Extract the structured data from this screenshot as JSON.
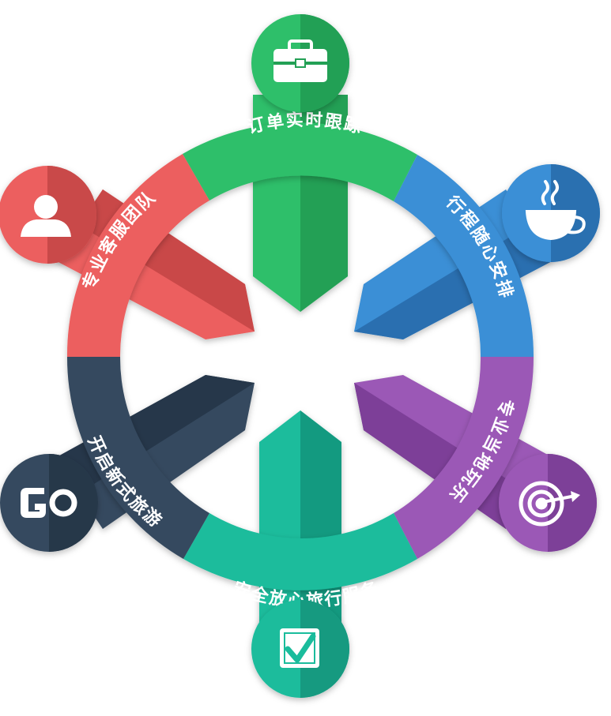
{
  "diagram": {
    "segments": [
      {
        "id": "top",
        "label": "订单实时跟踪",
        "icon": "briefcase-icon",
        "color": "#2fbf6a",
        "dark": "#23a055"
      },
      {
        "id": "upper-right",
        "label": "行程随心安排",
        "icon": "coffee-cup-icon",
        "color": "#3b8fd6",
        "dark": "#2a6fb0"
      },
      {
        "id": "lower-right",
        "label": "专业当地玩乐",
        "icon": "target-icon",
        "color": "#9b59b6",
        "dark": "#7d3f98"
      },
      {
        "id": "bottom",
        "label": "安全放心旅行服务",
        "icon": "checkbox-icon",
        "color": "#1abc9c",
        "dark": "#139a80"
      },
      {
        "id": "lower-left",
        "label": "开启新式旅游",
        "icon": "go-icon",
        "color": "#34495e",
        "dark": "#26374a"
      },
      {
        "id": "upper-left",
        "label": "专业客服团队",
        "icon": "user-icon",
        "color": "#ec5f5f",
        "dark": "#c94848"
      }
    ]
  }
}
